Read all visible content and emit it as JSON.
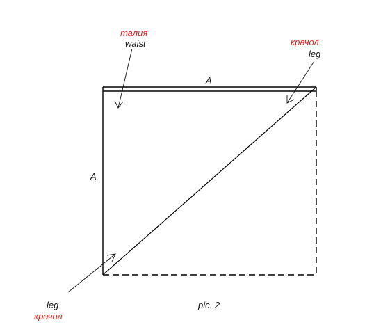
{
  "labels": {
    "waist_ru": "талия",
    "waist_en": "waist",
    "leg_top_ru": "крачол",
    "leg_top_en": "leg",
    "leg_bottom_en": "leg",
    "leg_bottom_ru": "крачол",
    "side_top": "A",
    "side_left": "A",
    "caption": "pic. 2"
  },
  "colors": {
    "red_label": "#e8201e",
    "black_label": "#111111",
    "line": "#000000",
    "background": "#ffffff"
  }
}
